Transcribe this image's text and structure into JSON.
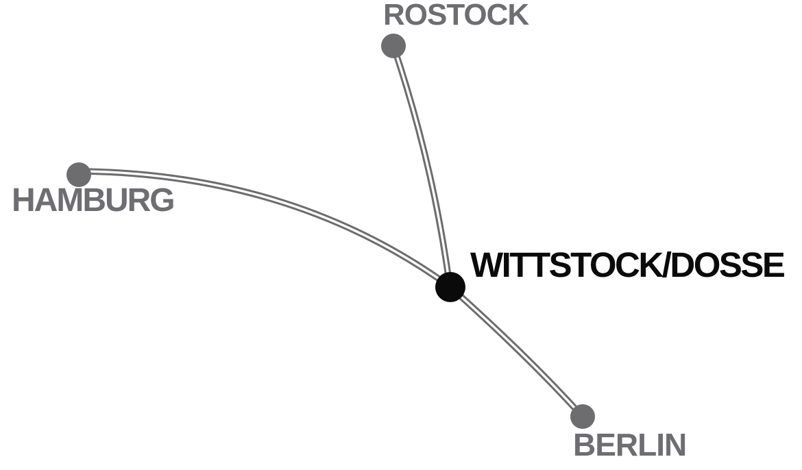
{
  "theme": {
    "background": "#ffffff",
    "line_color": "#6d6d70",
    "node_color": "#6d6d70",
    "hub_node_color": "#0a0a0a",
    "label_color": "#6d6d72",
    "hub_label_color": "#0a0a0a"
  },
  "map": {
    "type": "schematic-route-network",
    "hub": "WITTSTOCK/DOSSE",
    "nodes": [
      {
        "id": "rostock",
        "label": "ROSTOCK"
      },
      {
        "id": "hamburg",
        "label": "HAMBURG"
      },
      {
        "id": "wittstock-dosse",
        "label": "WITTSTOCK/DOSSE"
      },
      {
        "id": "berlin",
        "label": "BERLIN"
      }
    ],
    "edges": [
      {
        "from": "HAMBURG",
        "to": "WITTSTOCK/DOSSE"
      },
      {
        "from": "ROSTOCK",
        "to": "WITTSTOCK/DOSSE"
      },
      {
        "from": "WITTSTOCK/DOSSE",
        "to": "BERLIN"
      }
    ]
  }
}
